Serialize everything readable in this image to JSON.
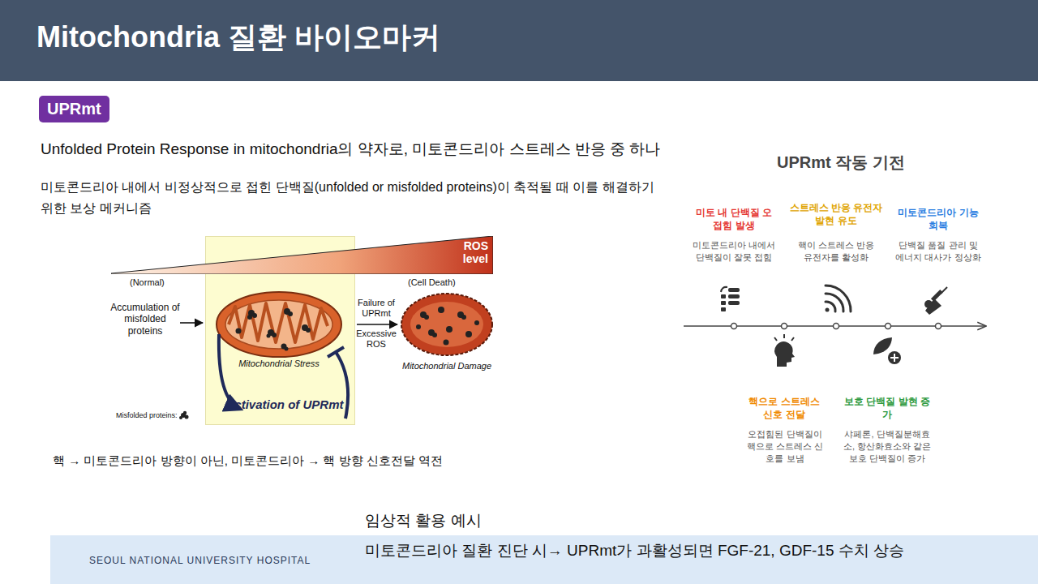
{
  "diagram": {
    "title": "Mitochondria 질환 바이오마커",
    "nodes": [
      {
        "text": [
          "UPRmt"
        ]
      },
      {
        "text": [
          "ROS level"
        ]
      },
      {
        "text": [
          "Mitochondrial Stress",
          "Activation of UPRmt"
        ]
      },
      {
        "text": [
          "Mitochondrial Damage"
        ]
      },
      {
        "text": [
          "SEOUL NATIONAL UNIVERSITY HOSPITAL",
          "미토콘드리아 질환 진단 시→ UPRmt가 과활성되면 FGF-21, GDF-15 수치 상승"
        ]
      }
    ],
    "edges": [
      {
        "from": 2,
        "to": 3,
        "arrow": "to"
      }
    ],
    "labels": [
      "Unfolded Protein Response in mitochondria의 약자로, 미토콘드리아 스트레스 반응 중 하나",
      "미토콘드리아 내에서 비정상적으로 접힌 단백질(unfolded or misfolded proteins)이 축적될 때 이를 해결하기 위한 보상 메커니즘",
      "(Normal)",
      "(Cell Death)",
      "Accumulation of misfolded proteins",
      "Failure of UPRmt",
      "Excessive ROS",
      "Misfolded proteins:",
      "핵 → 미토콘드리아 방향이 아닌, 미토콘드리아 → 핵 방향 신호전달 역전",
      "UPRmt 작동 기전",
      "미토 내 단백질 오접힘 발생",
      "미토콘드리아 내에서 단백질이 잘못 접힘",
      "스트레스 반응 유전자 발현 유도",
      "핵이 스트레스 반응 유전자를 활성화",
      "미토콘드리아 기능 회복",
      "단백질 품질 관리 및 에너지 대사가 정상화",
      "핵으로 스트레스 신호 전달",
      "오접힘된 단백질이 핵으로 스트레스 신호를 보냄",
      "보호 단백질 발현 증가",
      "샤페론, 단백질분해효소, 항산화효소와 같은 보호 단백질이 증가",
      "임상적 활용 예시"
    ]
  }
}
